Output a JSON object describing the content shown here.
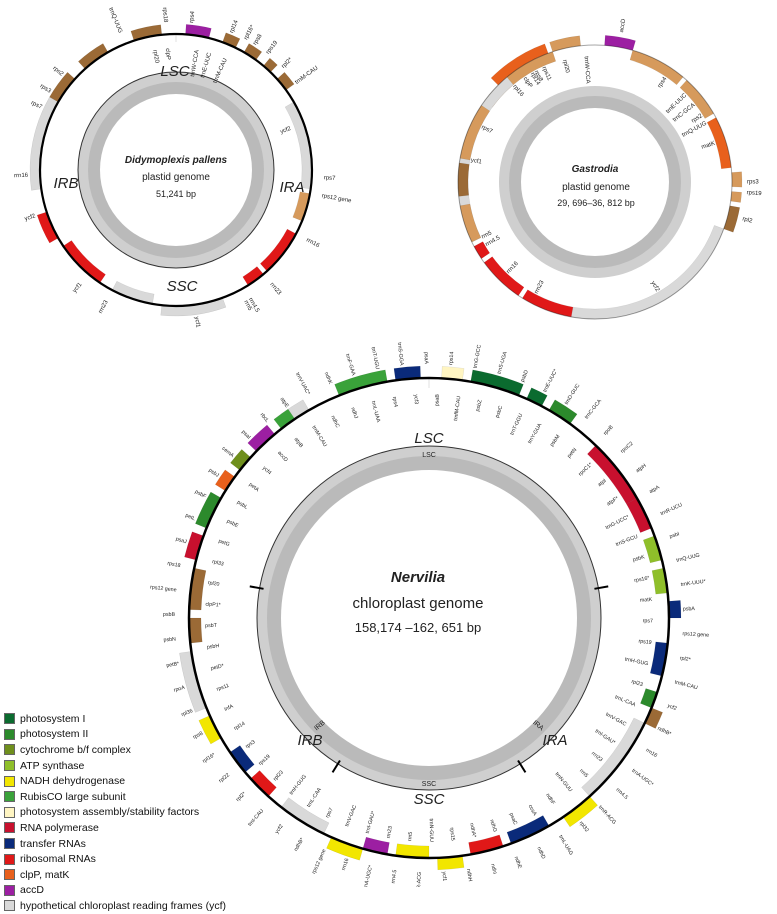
{
  "palette": {
    "photosystem_I": "#0b6b2f",
    "photosystem_II": "#2c8a2c",
    "cytochrome": "#6f8f1c",
    "atp": "#8fbf2a",
    "nadh": "#f2e600",
    "rubisco": "#3aa23a",
    "assembly": "#fff5c2",
    "rna_pol": "#c8102e",
    "trna": "#0a2a7a",
    "rrna": "#e01818",
    "clp": "#e8601c",
    "accd": "#9c1fa2",
    "ycf": "#d9d9d9",
    "ribosomal_protein": "#d69a5c",
    "ribosomal_large": "#9b6a36",
    "backbone": "#000000"
  },
  "didymoplexis": {
    "name": "Didymoplexis pallens",
    "line2": "plastid genome",
    "size": "51,241 bp",
    "region_lsc": "LSC",
    "region_irb": "IRB",
    "region_ira": "IRA",
    "region_ssc": "SSC",
    "gene_labels": [
      "trnQ-UUG",
      "rps18",
      "rps4",
      "rpl14",
      "rpl16*",
      "rps8",
      "rps19",
      "rpl2*",
      "trnM-CAU",
      "ycf2",
      "rps7",
      "rps12 gene",
      "rrn16",
      "rrn23",
      "rrn4.5",
      "rrn5",
      "ycf1",
      "rpl20",
      "clpP",
      "trnW-CCA",
      "trnE-UUC",
      "trnM-CAU",
      "rps2",
      "rps3",
      "rps7",
      "rrn16",
      "ycf2",
      "ycf1",
      "rrn23"
    ]
  },
  "gastrodia": {
    "name": "Gastrodia",
    "line2": "plastid genome",
    "size": "29, 696–36, 812 bp",
    "gene_labels": [
      "clpP",
      "rpl20",
      "trnW-CCA",
      "accD",
      "rps11",
      "rps8",
      "rpl14",
      "rpl16",
      "rps7",
      "rps4",
      "trnE-UUC",
      "trnC-GCA",
      "rps2",
      "trnQ-UUG",
      "matK",
      "rps3",
      "rps19",
      "rpl2",
      "ycf2",
      "rrn16",
      "rrn23",
      "rrn4.5",
      "rrn5",
      "ycf1"
    ]
  },
  "nervilia": {
    "name": "Nervilia",
    "line2": "chloroplast genome",
    "size": "158,174 –162, 651 bp",
    "region_lsc": "LSC",
    "region_irb": "IRB",
    "region_ira": "IRA",
    "region_ssc": "SSC",
    "inner_lsc": "LSC",
    "inner_ssc": "SSC",
    "inner_irb": "IRB",
    "inner_ira": "IRA",
    "gene_labels": [
      "psbA",
      "matK",
      "trnK-UUU*",
      "rps16*",
      "trnQ-UUG",
      "psbK",
      "psbI",
      "trnS-GCU",
      "trnR-UCU",
      "trnG-UCC*",
      "atpA",
      "atpF*",
      "atpH",
      "atpI",
      "rpoC2",
      "rpoC1*",
      "rpoB",
      "petN",
      "trnC-GCA",
      "psbM",
      "trnD-GUC",
      "trnY-GUA",
      "trnE-UUC*",
      "trnT-GGU",
      "psbD",
      "psbC",
      "trnS-UGA",
      "psbZ",
      "trnG-GCC",
      "trnfM-CAU",
      "rps14",
      "psaB",
      "psaA",
      "ycf3",
      "trnS-GGA",
      "rps4",
      "trnT-UGU",
      "trnL-UAA",
      "trnF-GAA",
      "ndhJ",
      "ndhK",
      "ndhC",
      "trnV-UAC*",
      "trnM-CAU",
      "atpE",
      "atpB",
      "rbcL",
      "accD",
      "psaI",
      "ycf4",
      "cemA",
      "petA",
      "psbJ",
      "psbL",
      "psbF",
      "psbE",
      "petL",
      "petG",
      "psaJ",
      "rpl33",
      "rps18",
      "rpl20",
      "rps12 gene",
      "clpP1*",
      "psbB",
      "psbT",
      "psbN",
      "psbH",
      "petB*",
      "petD*",
      "rpoA",
      "rps11",
      "rpl36",
      "infA",
      "rps8",
      "rpl14",
      "rpl16*",
      "rps3",
      "rpl22",
      "rps19",
      "rpl2*",
      "rpl23",
      "trnI-CAU",
      "trnH-GUG",
      "ycf2",
      "trnL-CAA",
      "ndhB*",
      "rps7",
      "rps12 gene",
      "trnV-GAC",
      "rrn16",
      "trnI-GAU*",
      "trnA-UGC*",
      "rrn23",
      "rrn4.5",
      "rrn5",
      "trnR-ACG",
      "trnN-GUU",
      "ycf1",
      "rps15",
      "ndhH",
      "ndhA*",
      "ndhI",
      "ndhG",
      "ndhE",
      "psaC",
      "ndhD",
      "ccsA",
      "trnL-UAG",
      "ndhF",
      "rpl32",
      "trnN-GUU",
      "trnR-ACG",
      "rrn5",
      "rrn4.5",
      "rrn23",
      "trnA-UGC*",
      "trnI-GAU*",
      "rrn16",
      "trnV-GAC",
      "ndhB*",
      "trnL-CAA",
      "ycf2",
      "rpl23",
      "trnM-CAU",
      "trnH-GUG",
      "rpl2*",
      "rps19",
      "rps12 gene",
      "rps7"
    ]
  },
  "legend": [
    {
      "label": "photosystem I",
      "color": "#0b6b2f"
    },
    {
      "label": "photosystem II",
      "color": "#2c8a2c"
    },
    {
      "label": "cytochrome b/f complex",
      "color": "#6f8f1c"
    },
    {
      "label": "ATP synthase",
      "color": "#8fbf2a"
    },
    {
      "label": "NADH dehydrogenase",
      "color": "#f2e600"
    },
    {
      "label": "RubisCO large subunit",
      "color": "#3aa23a"
    },
    {
      "label": "photosystem assembly/stability factors",
      "color": "#fff5c2"
    },
    {
      "label": "RNA polymerase",
      "color": "#c8102e"
    },
    {
      "label": "transfer RNAs",
      "color": "#0a2a7a"
    },
    {
      "label": "ribosomal RNAs",
      "color": "#e01818"
    },
    {
      "label": "clpP, matK",
      "color": "#e8601c"
    },
    {
      "label": "accD",
      "color": "#9c1fa2"
    },
    {
      "label": "hypothetical chloroplast reading frames (ycf)",
      "color": "#d9d9d9"
    }
  ]
}
